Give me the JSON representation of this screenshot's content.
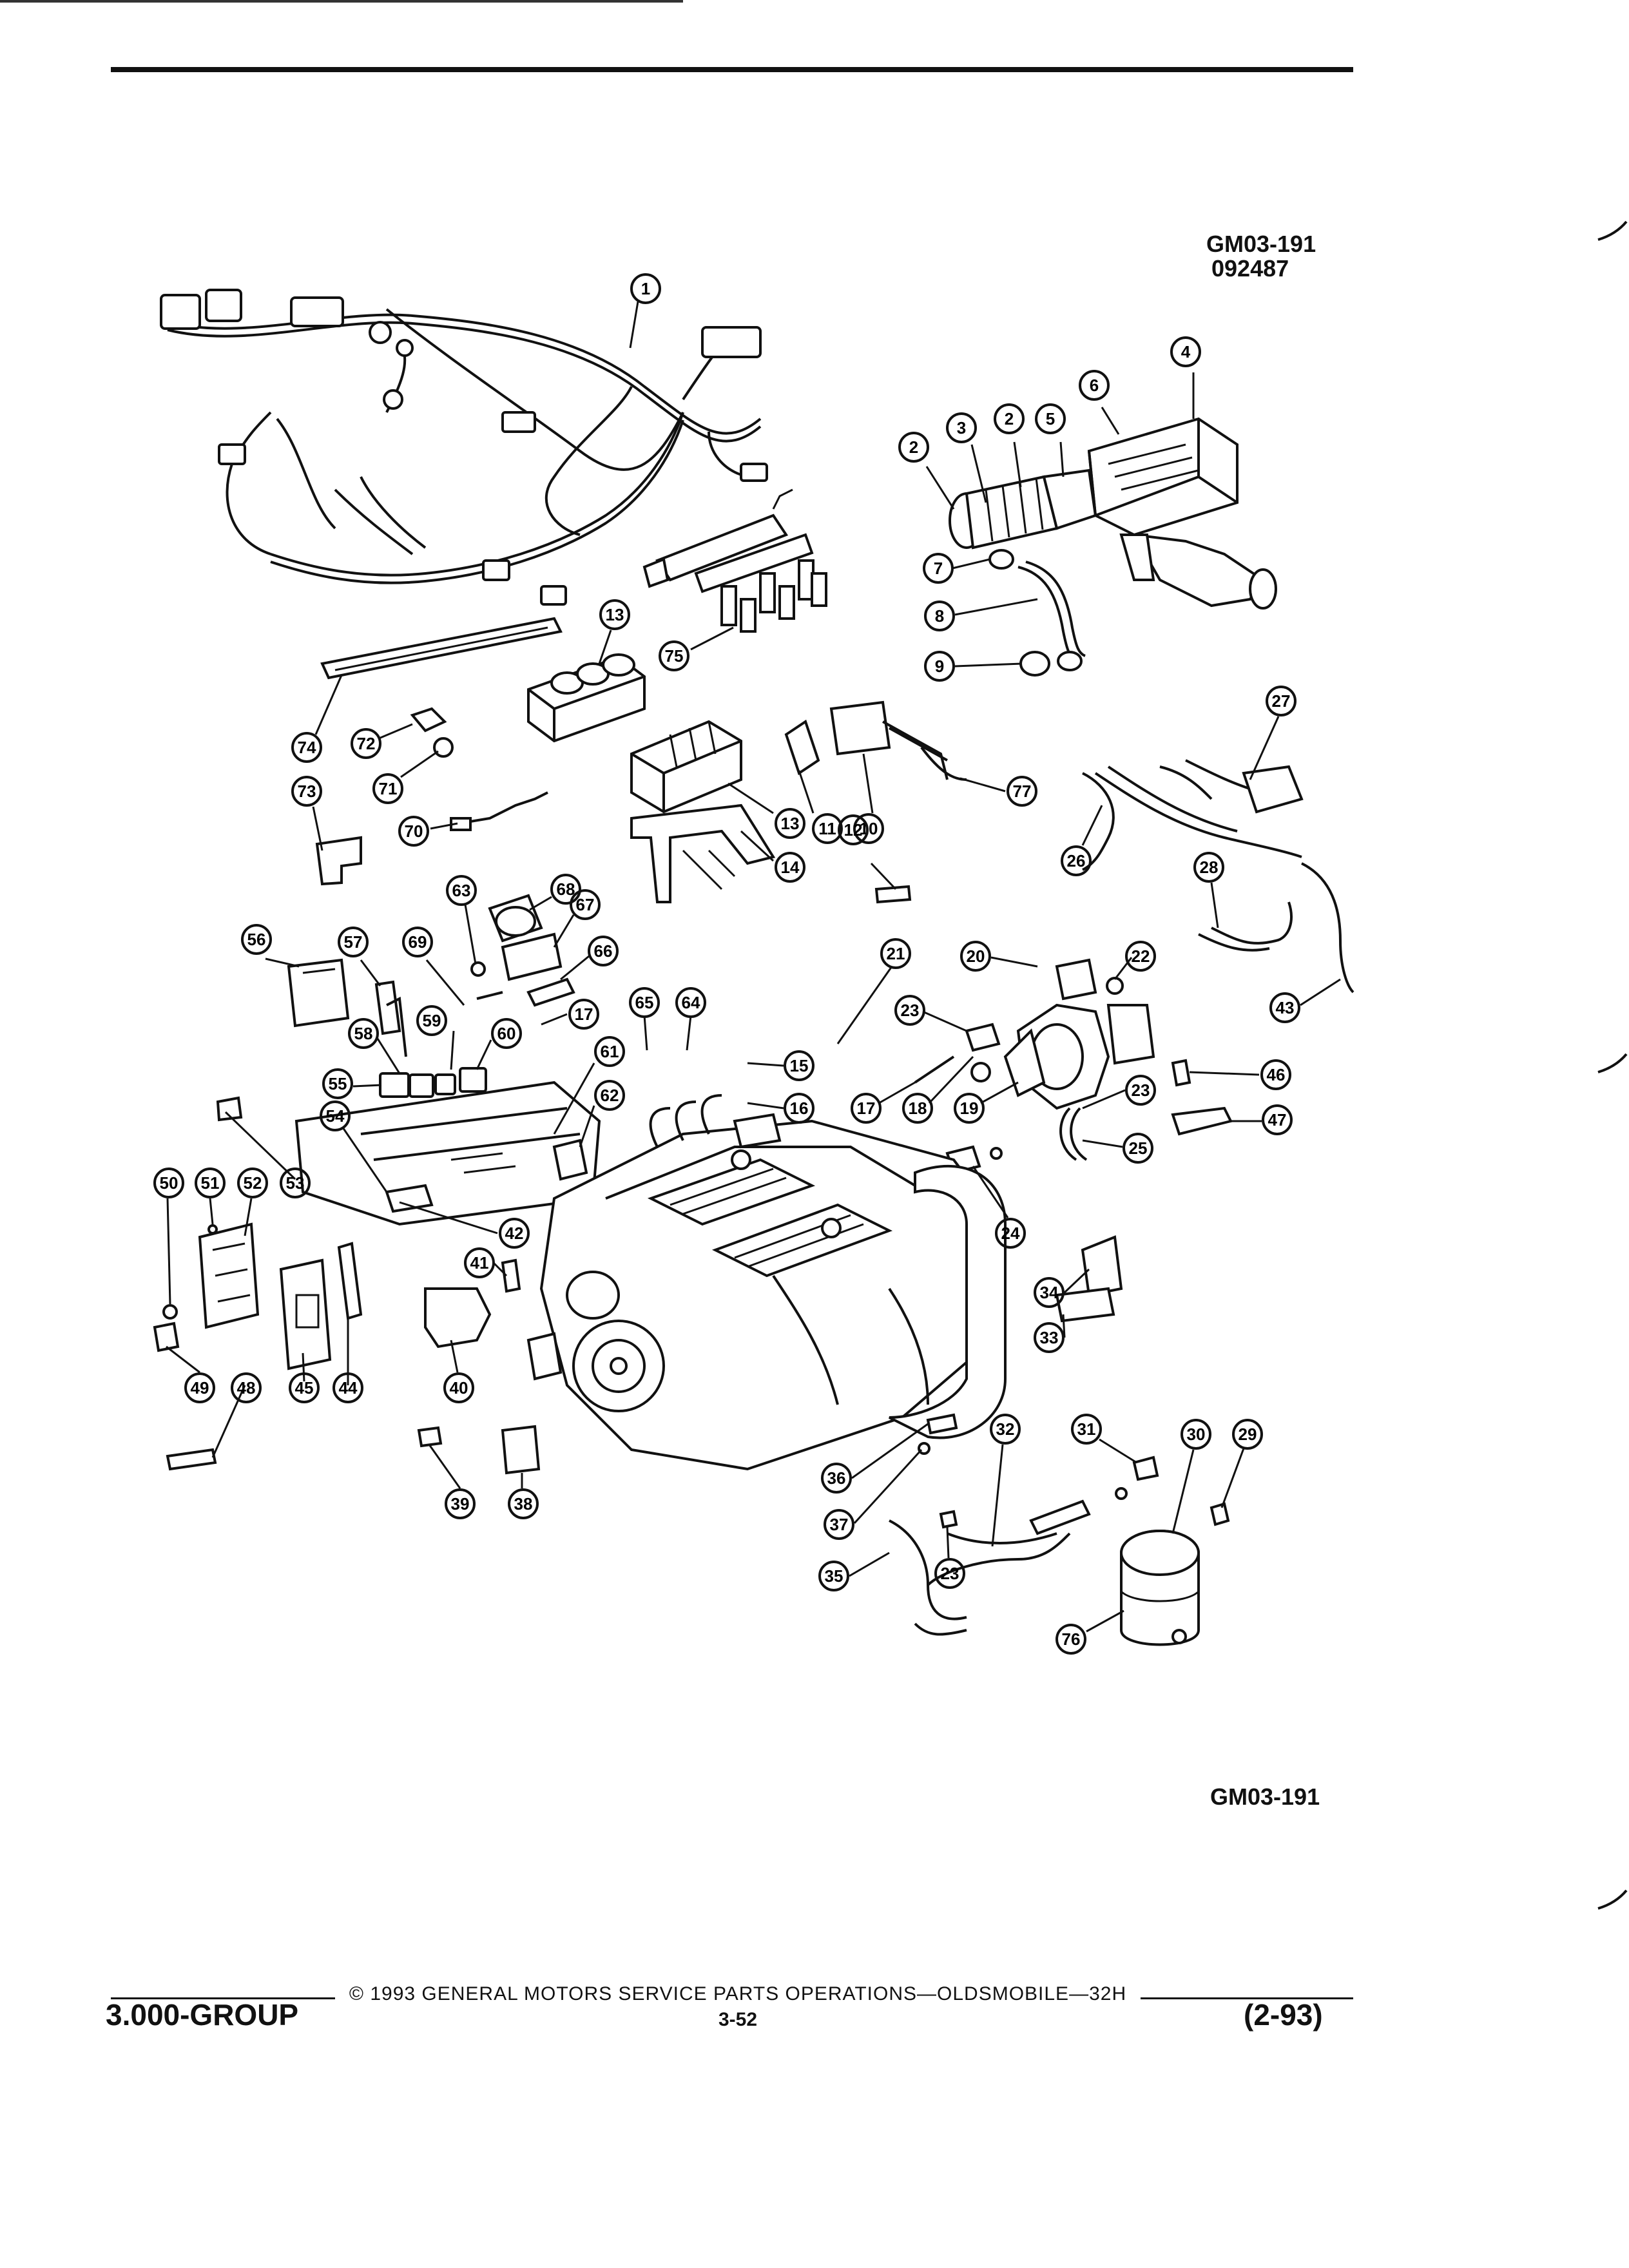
{
  "header": {
    "diagram_code": "GM03-191",
    "diagram_date": "092487"
  },
  "footer": {
    "group": "3.000-GROUP",
    "copyright": "©  1993  GENERAL MOTORS SERVICE PARTS OPERATIONS—OLDSMOBILE—32H",
    "page": "3-52",
    "revision": "(2-93)",
    "diagram_code": "GM03-191"
  },
  "callouts": [
    {
      "id": "c1",
      "n": "1"
    },
    {
      "id": "c2a",
      "n": "2"
    },
    {
      "id": "c3",
      "n": "3"
    },
    {
      "id": "c2b",
      "n": "2"
    },
    {
      "id": "c5",
      "n": "5"
    },
    {
      "id": "c6",
      "n": "6"
    },
    {
      "id": "c4",
      "n": "4"
    },
    {
      "id": "c7",
      "n": "7"
    },
    {
      "id": "c8",
      "n": "8"
    },
    {
      "id": "c9",
      "n": "9"
    },
    {
      "id": "c13a",
      "n": "13"
    },
    {
      "id": "c75",
      "n": "75"
    },
    {
      "id": "c74",
      "n": "74"
    },
    {
      "id": "c72",
      "n": "72"
    },
    {
      "id": "c71",
      "n": "71"
    },
    {
      "id": "c73",
      "n": "73"
    },
    {
      "id": "c70",
      "n": "70"
    },
    {
      "id": "c13b",
      "n": "13"
    },
    {
      "id": "c11",
      "n": "11"
    },
    {
      "id": "c10",
      "n": "10"
    },
    {
      "id": "c77",
      "n": "77"
    },
    {
      "id": "c14",
      "n": "14"
    },
    {
      "id": "c12",
      "n": "12"
    },
    {
      "id": "c27",
      "n": "27"
    },
    {
      "id": "c26",
      "n": "26"
    },
    {
      "id": "c28",
      "n": "28"
    },
    {
      "id": "c43",
      "n": "43"
    },
    {
      "id": "c68",
      "n": "68"
    },
    {
      "id": "c63",
      "n": "63"
    },
    {
      "id": "c67",
      "n": "67"
    },
    {
      "id": "c56",
      "n": "56"
    },
    {
      "id": "c57",
      "n": "57"
    },
    {
      "id": "c69",
      "n": "69"
    },
    {
      "id": "c66",
      "n": "66"
    },
    {
      "id": "c17a",
      "n": "17"
    },
    {
      "id": "c59",
      "n": "59"
    },
    {
      "id": "c60",
      "n": "60"
    },
    {
      "id": "c58",
      "n": "58"
    },
    {
      "id": "c55",
      "n": "55"
    },
    {
      "id": "c61",
      "n": "61"
    },
    {
      "id": "c65",
      "n": "65"
    },
    {
      "id": "c64",
      "n": "64"
    },
    {
      "id": "c21",
      "n": "21"
    },
    {
      "id": "c20",
      "n": "20"
    },
    {
      "id": "c22",
      "n": "22"
    },
    {
      "id": "c23a",
      "n": "23"
    },
    {
      "id": "c15",
      "n": "15"
    },
    {
      "id": "c16",
      "n": "16"
    },
    {
      "id": "c17b",
      "n": "17"
    },
    {
      "id": "c18",
      "n": "18"
    },
    {
      "id": "c19",
      "n": "19"
    },
    {
      "id": "c46",
      "n": "46"
    },
    {
      "id": "c23b",
      "n": "23"
    },
    {
      "id": "c47",
      "n": "47"
    },
    {
      "id": "c25",
      "n": "25"
    },
    {
      "id": "c62",
      "n": "62"
    },
    {
      "id": "c54",
      "n": "54"
    },
    {
      "id": "c53",
      "n": "53"
    },
    {
      "id": "c50",
      "n": "50"
    },
    {
      "id": "c51",
      "n": "51"
    },
    {
      "id": "c52",
      "n": "52"
    },
    {
      "id": "c42",
      "n": "42"
    },
    {
      "id": "c24",
      "n": "24"
    },
    {
      "id": "c41",
      "n": "41"
    },
    {
      "id": "c34",
      "n": "34"
    },
    {
      "id": "c33",
      "n": "33"
    },
    {
      "id": "c49",
      "n": "49"
    },
    {
      "id": "c48",
      "n": "48"
    },
    {
      "id": "c45",
      "n": "45"
    },
    {
      "id": "c44",
      "n": "44"
    },
    {
      "id": "c40",
      "n": "40"
    },
    {
      "id": "c32",
      "n": "32"
    },
    {
      "id": "c31",
      "n": "31"
    },
    {
      "id": "c30",
      "n": "30"
    },
    {
      "id": "c29",
      "n": "29"
    },
    {
      "id": "c36",
      "n": "36"
    },
    {
      "id": "c37",
      "n": "37"
    },
    {
      "id": "c35",
      "n": "35"
    },
    {
      "id": "c23c",
      "n": "23"
    },
    {
      "id": "c76",
      "n": "76"
    },
    {
      "id": "c39",
      "n": "39"
    },
    {
      "id": "c38",
      "n": "38"
    }
  ]
}
